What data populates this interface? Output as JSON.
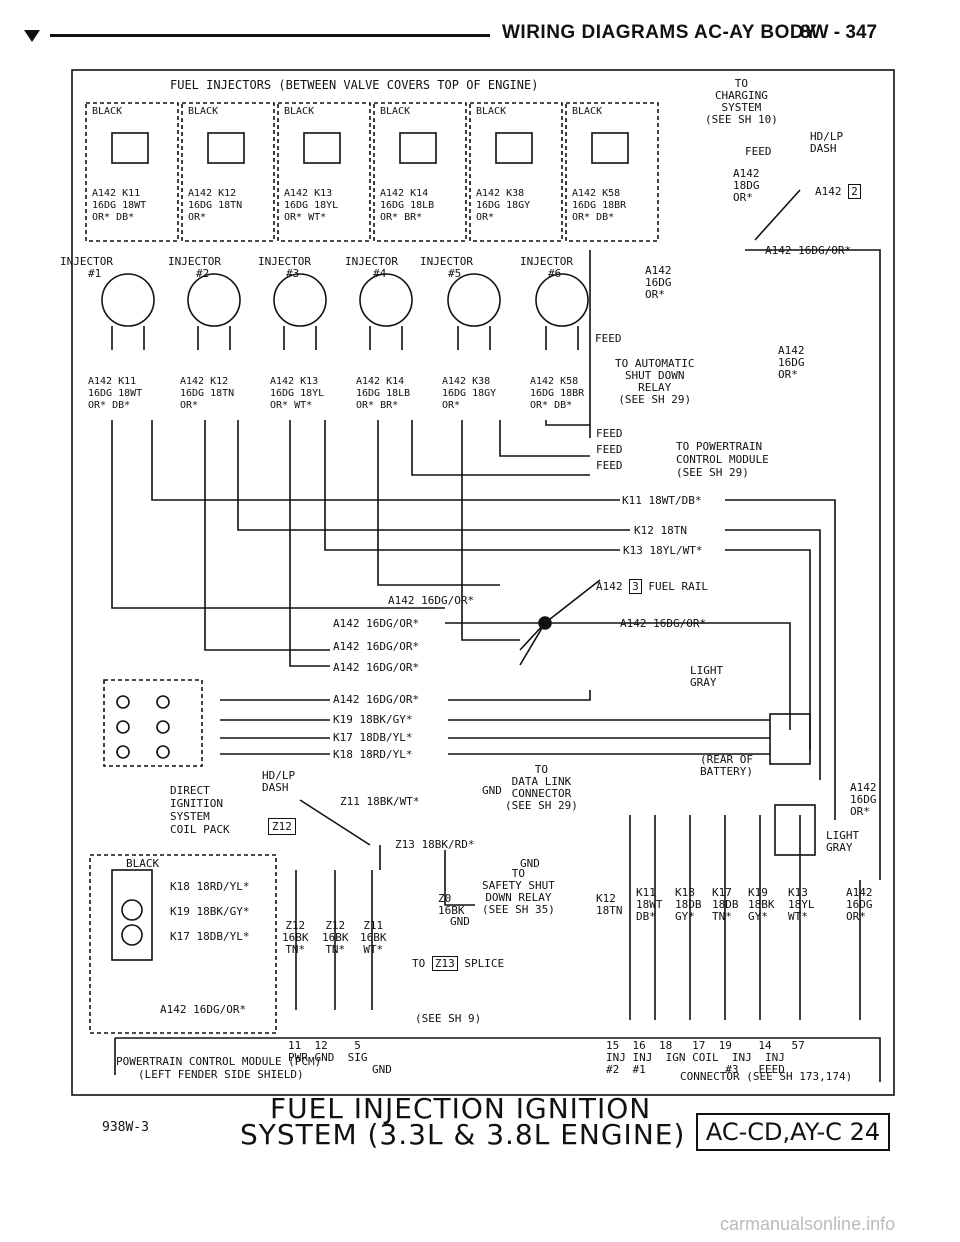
{
  "header": {
    "title": "WIRING DIAGRAMS AC-AY BODY",
    "section": "8W - 347"
  },
  "top_heading": "FUEL INJECTORS (BETWEEN VALVE COVERS TOP OF ENGINE)",
  "connectors": [
    {
      "color": "BLACK",
      "pin": "A142",
      "circuit": "K11",
      "gauge": "16DG",
      "wire": "18WT",
      "ins1": "OR*",
      "ins2": "DB*"
    },
    {
      "color": "BLACK",
      "pin": "A142",
      "circuit": "K12",
      "gauge": "16DG",
      "wire": "18TN",
      "ins1": "OR*",
      "ins2": ""
    },
    {
      "color": "BLACK",
      "pin": "A142",
      "circuit": "K13",
      "gauge": "16DG",
      "wire": "18YL",
      "ins1": "OR*",
      "ins2": "WT*"
    },
    {
      "color": "BLACK",
      "pin": "A142",
      "circuit": "K14",
      "gauge": "16DG",
      "wire": "18LB",
      "ins1": "OR*",
      "ins2": "BR*"
    },
    {
      "color": "BLACK",
      "pin": "A142",
      "circuit": "K38",
      "gauge": "16DG",
      "wire": "18GY",
      "ins1": "OR*",
      "ins2": ""
    },
    {
      "color": "BLACK",
      "pin": "A142",
      "circuit": "K58",
      "gauge": "16DG",
      "wire": "18BR",
      "ins1": "OR*",
      "ins2": "DB*"
    }
  ],
  "injectors": [
    {
      "label": "INJECTOR",
      "num": "#1"
    },
    {
      "label": "INJECTOR",
      "num": "#2"
    },
    {
      "label": "INJECTOR",
      "num": "#3"
    },
    {
      "label": "INJECTOR",
      "num": "#4"
    },
    {
      "label": "INJECTOR",
      "num": "#5"
    },
    {
      "label": "INJECTOR",
      "num": "#6"
    }
  ],
  "charging": {
    "l1": "TO",
    "l2": "CHARGING",
    "l3": "SYSTEM",
    "l4": "(SEE SH 10)",
    "feed": "FEED",
    "hdlp1": "HD/LP",
    "hdlp2": "DASH",
    "w1": "A142",
    "w2": "18DG",
    "w3": "OR*",
    "splice": "A142",
    "splice_num": "2",
    "out": "A142 16DG/OR*",
    "w4": "A142",
    "w5": "16DG",
    "w6": "OR*",
    "w7": "A142",
    "w8": "16DG",
    "w9": "OR*"
  },
  "asd": {
    "feed": "FEED",
    "l1": "TO AUTOMATIC",
    "l2": "SHUT DOWN",
    "l3": "RELAY",
    "l4": "(SEE SH 29)"
  },
  "pcm_feed": {
    "f1": "FEED",
    "f2": "FEED",
    "f3": "FEED",
    "l1": "TO POWERTRAIN",
    "l2": "CONTROL MODULE",
    "l3": "(SEE SH 29)"
  },
  "wires": {
    "k11": "K11 18WT/DB*",
    "k12": "K12 18TN",
    "k13": "K13 18YL/WT*",
    "a142a": "A142 16DG/OR*",
    "fuel_rail": "FUEL RAIL",
    "splice3": "A142",
    "splice3_num": "3",
    "a142b": "A142 16DG/OR*",
    "a142c": "A142 16DG/OR*",
    "a142d": "A142 16DG/OR*",
    "a142e": "A142 16DG/OR*",
    "a142f": "A142 16DG/OR*",
    "k19": "K19 18BK/GY*",
    "k17": "K17 18DB/YL*",
    "k18": "K18 18RD/YL*",
    "light_gray1": "LIGHT",
    "light_gray2": "GRAY",
    "rear1": "(REAR OF",
    "rear2": "BATTERY)"
  },
  "coil": {
    "l1": "DIRECT",
    "l2": "IGNITION",
    "l3": "SYSTEM",
    "l4": "COIL PACK",
    "hdlp1": "HD/LP",
    "hdlp2": "DASH",
    "z12": "Z12",
    "z11": "Z11 18BK/WT*",
    "gnd": "GND",
    "dl1": "TO",
    "dl2": "DATA LINK",
    "dl3": "CONNECTOR",
    "dl4": "(SEE SH 29)",
    "z13": "Z13 18BK/RD*",
    "gnd2": "GND"
  },
  "coil_conn": {
    "color": "BLACK",
    "k18": "K18 18RD/YL*",
    "k19": "K19 18BK/GY*",
    "k17": "K17 18DB/YL*",
    "a142": "A142 16DG/OR*"
  },
  "gnd_wires": [
    {
      "c": "Z12",
      "g": "16BK",
      "i": "TN*"
    },
    {
      "c": "Z12",
      "g": "16BK",
      "i": "TN*"
    },
    {
      "c": "Z11",
      "g": "16BK",
      "i": "WT*"
    }
  ],
  "relay": {
    "z0": "Z0",
    "z0g": "16BK",
    "gnd": "GND",
    "to": "TO",
    "l1": "SAFETY SHUT",
    "l2": "DOWN RELAY",
    "l3": "(SEE SH 35)",
    "splice_to": "TO",
    "splice": "Z13",
    "splice_txt": "SPLICE",
    "see": "(SEE SH 9)"
  },
  "right_conn": {
    "l1": "A142",
    "l2": "16DG",
    "l3": "OR*",
    "light": "LIGHT",
    "gray": "GRAY"
  },
  "pcm_wires": [
    {
      "c": "K12",
      "g": "18TN",
      "i": ""
    },
    {
      "c": "K11",
      "g": "18WT",
      "i": "DB*"
    },
    {
      "c": "K18",
      "g": "18DB",
      "i": "GY*"
    },
    {
      "c": "K17",
      "g": "18DB",
      "i": "TN*"
    },
    {
      "c": "K19",
      "g": "18BK",
      "i": "GY*"
    },
    {
      "c": "K13",
      "g": "18YL",
      "i": "WT*"
    },
    {
      "c": "A142",
      "g": "16DG",
      "i": "OR*"
    }
  ],
  "pcm": {
    "p1": "11",
    "p2": "12",
    "p3": "5",
    "pwr": "PWR GND",
    "sig1": "SIG",
    "sig2": "GND",
    "p15": "15",
    "p16": "16",
    "p18": "18",
    "p17": "17",
    "p19": "19",
    "p14": "14",
    "p57": "57",
    "inj2a": "INJ",
    "inj2b": "#2",
    "inj1a": "INJ",
    "inj1b": "#1",
    "igncoil": "IGN COIL",
    "inj3a": "INJ",
    "inj3b": "#3",
    "inj_a": "INJ",
    "feed": "FEED",
    "name1": "POWERTRAIN CONTROL MODULE (PCM)",
    "name2": "(LEFT FENDER SIDE SHIELD)",
    "conn": "CONNECTOR (SEE SH 173,174)"
  },
  "footer": {
    "line1": "FUEL INJECTION IGNITION",
    "line2": "SYSTEM (3.3L & 3.8L ENGINE)",
    "id": "938W-3",
    "code": "AC-CD,AY-C 24"
  },
  "watermark": "carmanualsonline.info"
}
